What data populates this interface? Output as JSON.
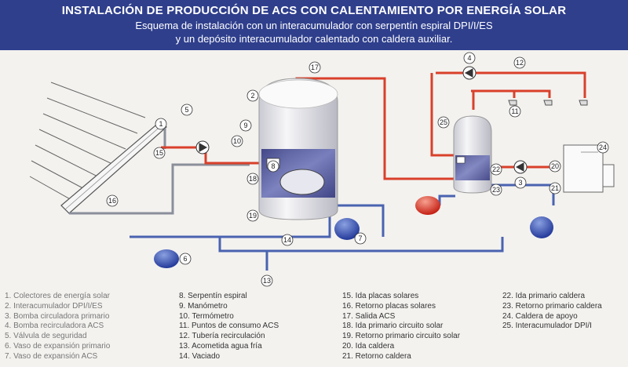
{
  "header": {
    "title": "INSTALACIÓN DE PRODUCCIÓN DE ACS CON CALENTAMIENTO POR ENERGÍA SOLAR",
    "subtitle_line1": "Esquema de instalación con un interacumulador con serpentín espiral DPI/I/ES",
    "subtitle_line2": "y un depósito interacumulador calentado con caldera auxiliar."
  },
  "colors": {
    "header_bg": "#2f3f8c",
    "hot_pipe": "#d9402b",
    "cold_pipe": "#4a63b0",
    "gray_pipe": "#8a8f9a"
  },
  "callouts": [
    "1",
    "2",
    "3",
    "4",
    "5",
    "6",
    "7",
    "8",
    "9",
    "10",
    "11",
    "12",
    "13",
    "14",
    "15",
    "16",
    "17",
    "18",
    "19",
    "20",
    "21",
    "22",
    "23",
    "24",
    "25"
  ],
  "legend": {
    "col1": [
      "1. Colectores de energía solar",
      "2. Interacumulador DPI/I/ES",
      "3. Bomba circuladora primario",
      "4. Bomba recirculadora ACS",
      "5. Válvula de seguridad",
      "6. Vaso de expansión primario",
      "7. Vaso de expansión ACS"
    ],
    "col2": [
      "8. Serpentín espiral",
      "9. Manómetro",
      "10. Termómetro",
      "11. Puntos de consumo ACS",
      "12. Tubería recirculación",
      "13. Acometida agua fría",
      "14. Vaciado"
    ],
    "col3": [
      "15. Ida placas solares",
      "16. Retorno placas solares",
      "17. Salida ACS",
      "18. Ida primario circuito solar",
      "19. Retorno primario circuito solar",
      "20. Ida caldera",
      "21. Retorno caldera"
    ],
    "col4": [
      "22. Ida primario caldera",
      "23. Retorno primario caldera",
      "24. Caldera de apoyo",
      "25. Interacumulador DPI/I"
    ]
  }
}
